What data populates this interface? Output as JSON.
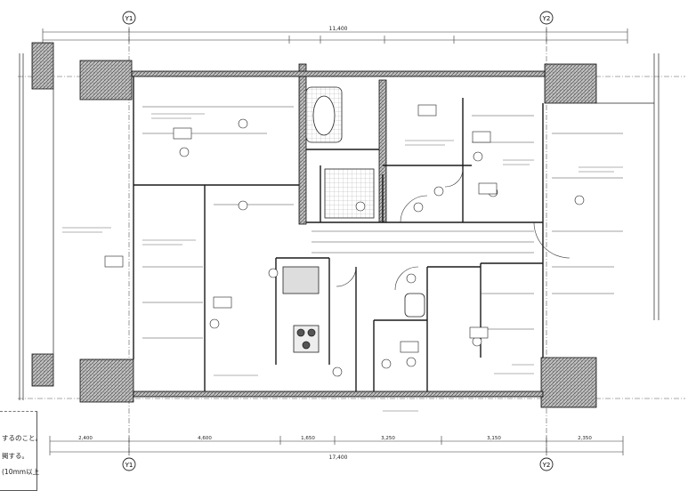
{
  "axes": {
    "top": [
      "Y1",
      "Y2"
    ],
    "bottom": [
      "Y1",
      "Y2"
    ]
  },
  "dimensions": {
    "top_total": "11,400",
    "bottom_total": "17,400",
    "bottom_segments": [
      "2,400",
      "4,600",
      "1,650",
      "3,250",
      "3,150",
      "2,350"
    ]
  },
  "notes": {
    "lines": [
      "するのこと。",
      "掲する。",
      "(10mm以上"
    ]
  },
  "colors": {
    "ink": "#1a1a1a",
    "hatch": "#555555",
    "paper": "#ffffff"
  }
}
